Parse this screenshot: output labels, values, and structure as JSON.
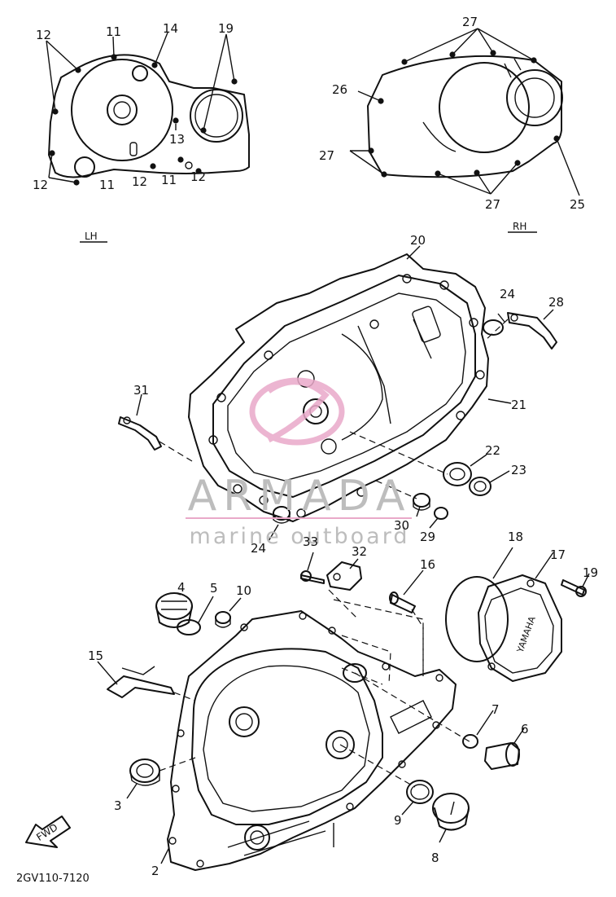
{
  "callouts": {
    "c1": "12",
    "c2": "11",
    "c3": "14",
    "c4": "19",
    "c5": "13",
    "c6": "12",
    "c7": "11",
    "c8": "12",
    "c9": "11",
    "c10": "12",
    "c11": "27",
    "c12": "26",
    "c13": "27",
    "c14": "27",
    "c15": "25",
    "c16": "20",
    "c17": "24",
    "c18": "28",
    "c19": "31",
    "c20": "21",
    "c21": "22",
    "c22": "23",
    "c23": "30",
    "c24": "29",
    "c25": "24",
    "c26": "33",
    "c27": "32",
    "c28": "16",
    "c29": "18",
    "c30": "17",
    "c31": "19",
    "c32": "4",
    "c33": "5",
    "c34": "10",
    "c35": "15",
    "c36": "7",
    "c37": "6",
    "c38": "3",
    "c39": "9",
    "c40": "8",
    "c41": "2"
  },
  "side_labels": {
    "left": "LH",
    "right": "RH"
  },
  "fwd_label": "FWD",
  "cover_brand": "YAMAHA",
  "diagram_code": "2GV110-7120",
  "watermark": {
    "main": "ARMADA",
    "sub": "marine outboard"
  },
  "colors": {
    "line": "#111111",
    "watermark_text": "#bdbdbd",
    "watermark_logo": "#e9a9c9"
  }
}
